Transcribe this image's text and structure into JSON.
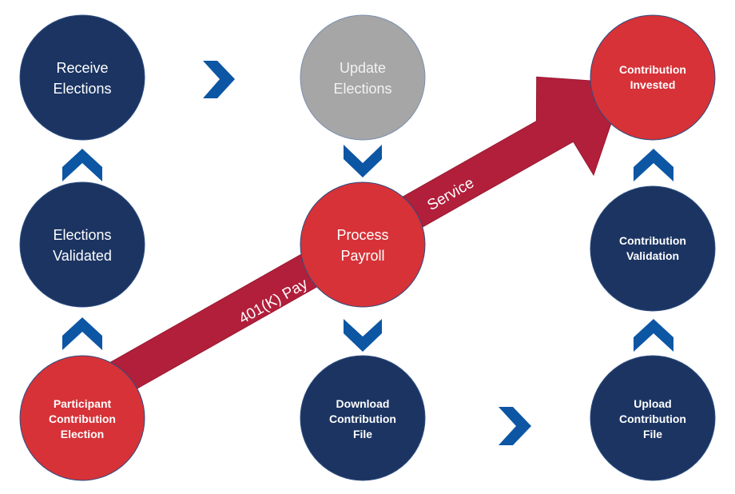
{
  "colors": {
    "navy": "#1b3462",
    "red": "#d63238",
    "gray": "#a6a6a6",
    "arrow": "#b11f3b",
    "chevron": "#0c56a4",
    "text_light": "#ffffff",
    "text_muted": "#f2f2f2"
  },
  "nodes": {
    "receive_elections": {
      "line1": "Receive",
      "line2": "Elections"
    },
    "update_elections": {
      "line1": "Update",
      "line2": "Elections"
    },
    "contribution_invested": {
      "line1": "Contribution",
      "line2": "Invested"
    },
    "elections_validated": {
      "line1": "Elections",
      "line2": "Validated"
    },
    "process_payroll": {
      "line1": "Process",
      "line2": "Payroll"
    },
    "contribution_validation": {
      "line1": "Contribution",
      "line2": "Validation"
    },
    "participant_contribution_election": {
      "line1": "Participant",
      "line2": "Contribution",
      "line3": "Election"
    },
    "download_contribution_file": {
      "line1": "Download",
      "line2": "Contribution",
      "line3": "File"
    },
    "upload_contribution_file": {
      "line1": "Upload",
      "line2": "Contribution",
      "line3": "File"
    }
  },
  "arrow": {
    "label_left": "401(K) Pay",
    "label_right": "Service"
  },
  "chevrons": [
    "right",
    "down",
    "up",
    "up",
    "down",
    "up",
    "up",
    "right"
  ]
}
